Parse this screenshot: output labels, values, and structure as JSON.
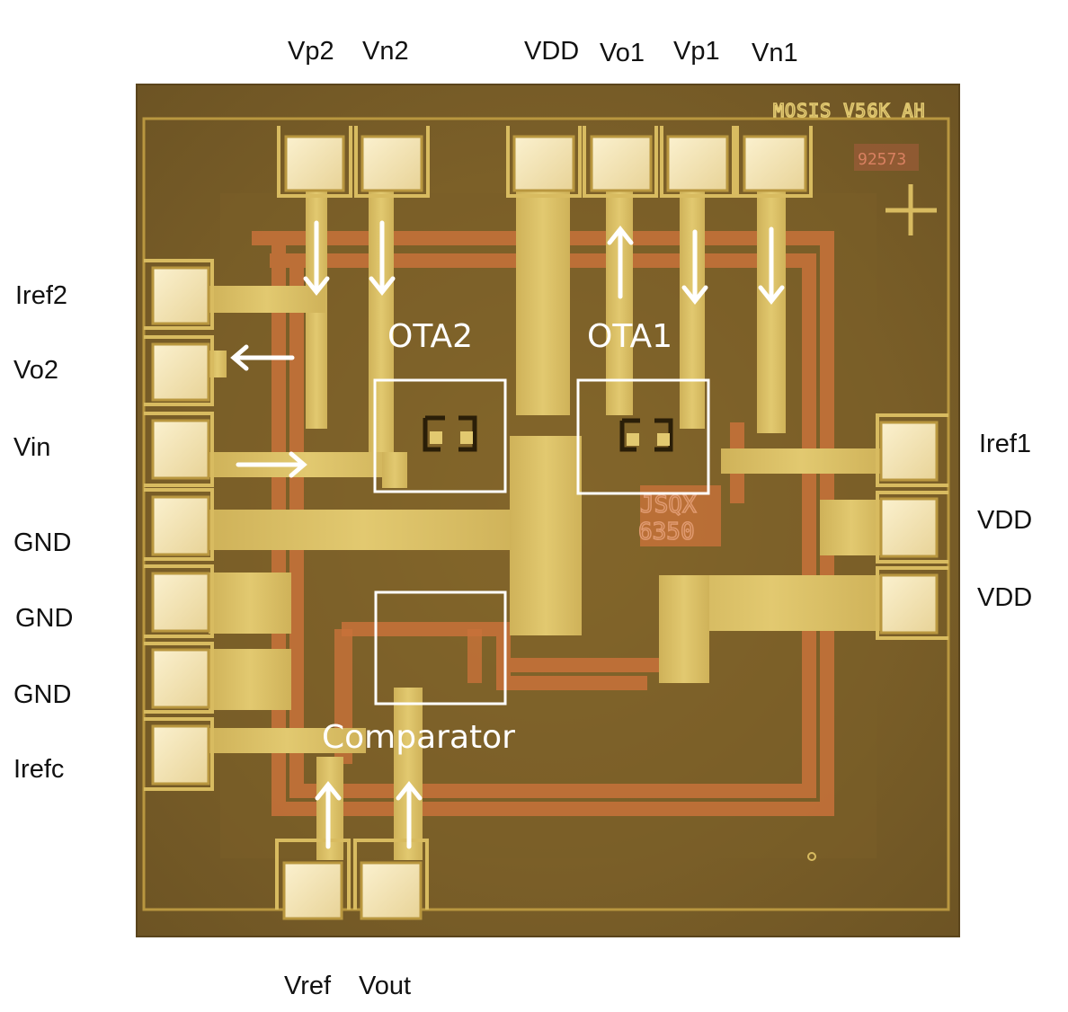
{
  "pins": {
    "top": [
      "Vp2",
      "Vn2",
      "VDD",
      "Vo1",
      "Vp1",
      "Vn1"
    ],
    "left": [
      "Iref2",
      "Vo2",
      "Vin",
      "GND",
      "GND",
      "GND",
      "Irefc"
    ],
    "right": [
      "Iref1",
      "VDD",
      "VDD"
    ],
    "bottom": [
      "Vref",
      "Vout"
    ]
  },
  "blocks": {
    "ota2": "OTA2",
    "ota1": "OTA1",
    "comparator": "Comparator"
  },
  "die_markings": {
    "mosis": "MOSIS V56K AH",
    "code_top": "92573",
    "code_mid_1": "JSQX",
    "code_mid_2": "6350"
  },
  "colors": {
    "die": "#8a6a2c",
    "die_dark": "#6b5224",
    "metal_gold": "#d9bd64",
    "pad": "#f5e6b4",
    "poly_orange": "#c8723a",
    "overlay_white": "#ffffff"
  }
}
